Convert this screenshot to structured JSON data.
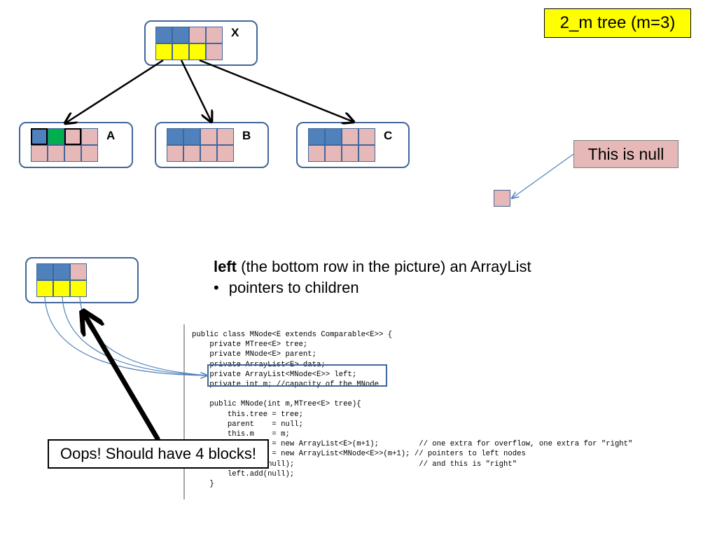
{
  "title": "2_m tree (m=3)",
  "nodes": {
    "x": {
      "label": "X"
    },
    "a": {
      "label": "A"
    },
    "b": {
      "label": "B"
    },
    "c": {
      "label": "C"
    }
  },
  "null_label": "This is null",
  "description": {
    "keyword": "left",
    "rest": " (the bottom row in the picture) an ArrayList",
    "bullet_symbol": "•",
    "bullet": "pointers to children"
  },
  "code": {
    "lines": [
      "public class MNode<E extends Comparable<E>> {",
      "    private MTree<E> tree;",
      "    private MNode<E> parent;",
      "    private ArrayList<E> data;",
      "    private ArrayList<MNode<E>> left;",
      "    private int m; //capacity of the MNode",
      "",
      "    public MNode(int m,MTree<E> tree){",
      "        this.tree = tree;",
      "        parent    = null;",
      "        this.m    = m;",
      "        data      = new ArrayList<E>(m+1);         // one extra for overflow, one extra for \"right\"",
      "        left      = new ArrayList<MNode<E>>(m+1); // pointers to left nodes",
      "        left.add(null);                            // and this is \"right\"",
      "        left.add(null);",
      "    }"
    ]
  },
  "callout": "Oops! Should have 4 blocks!",
  "colors": {
    "blue": "#4f81bd",
    "pink": "#e6b9b8",
    "yellow": "#ffff00",
    "green": "#00b050",
    "border": "#41669a"
  }
}
